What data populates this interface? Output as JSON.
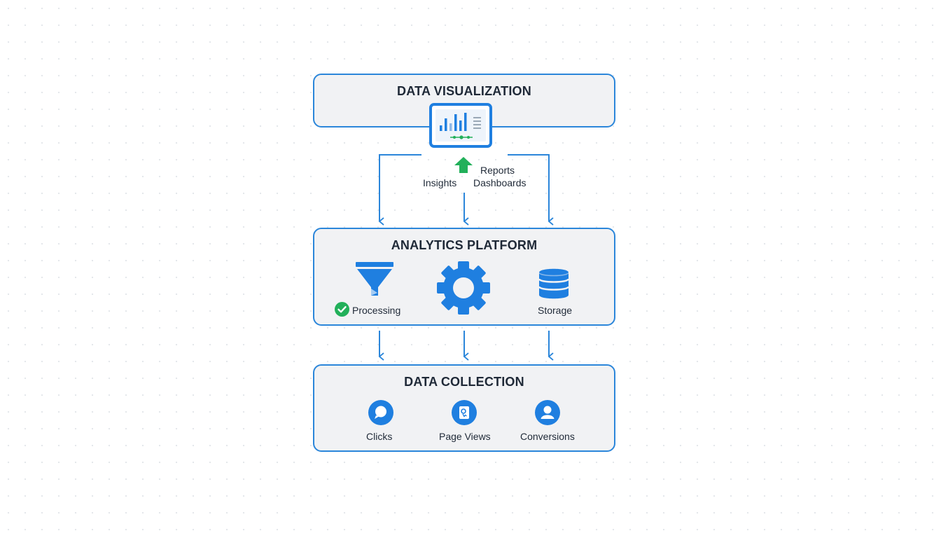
{
  "layers": {
    "visualization": {
      "title": "DATA VISUALIZATION",
      "icon": "dashboard-monitor-icon"
    },
    "analytics": {
      "title": "ANALYTICS PLATFORM",
      "items": [
        {
          "label": "Processing",
          "icon": "funnel-icon",
          "status_icon": "check-circle-icon"
        },
        {
          "label": "",
          "icon": "gear-icon"
        },
        {
          "label": "Storage",
          "icon": "database-icon"
        }
      ]
    },
    "collection": {
      "title": "DATA COLLECTION",
      "items": [
        {
          "label": "Clicks",
          "icon": "chat-bubble-icon"
        },
        {
          "label": "Page Views",
          "icon": "page-view-icon"
        },
        {
          "label": "Conversions",
          "icon": "user-icon"
        }
      ]
    }
  },
  "flow_labels": {
    "left": "Insights",
    "right_top": "Reports",
    "right_bottom": "Dashboards",
    "up_arrow_icon": "up-arrow-icon"
  },
  "colors": {
    "accent": "#2b86da",
    "icon_blue": "#1f7fe0",
    "success": "#22b05a",
    "panel_bg": "#f1f2f4"
  }
}
